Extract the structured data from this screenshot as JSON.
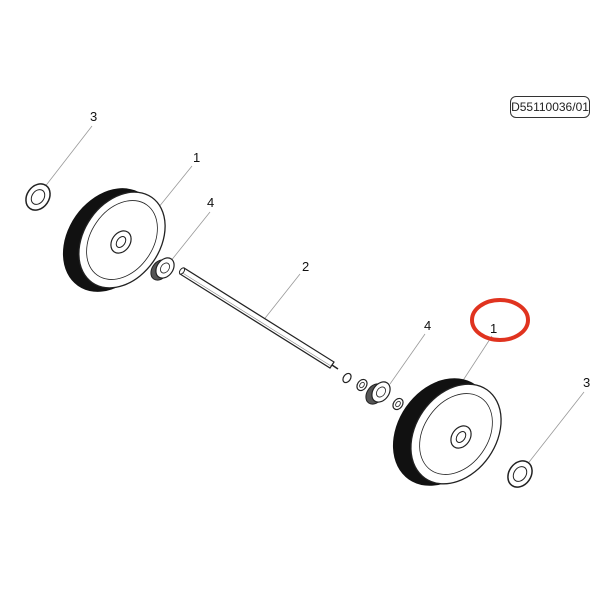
{
  "drawing_code": "D55110036/01",
  "callouts": {
    "wheel_left": "1",
    "wheel_right": "1",
    "axle": "2",
    "washer_left": "3",
    "washer_right": "3",
    "bearing_left": "4",
    "bearing_right": "4"
  },
  "colors": {
    "line": "#222222",
    "tire": "#111111",
    "highlight": "#e0331f"
  }
}
